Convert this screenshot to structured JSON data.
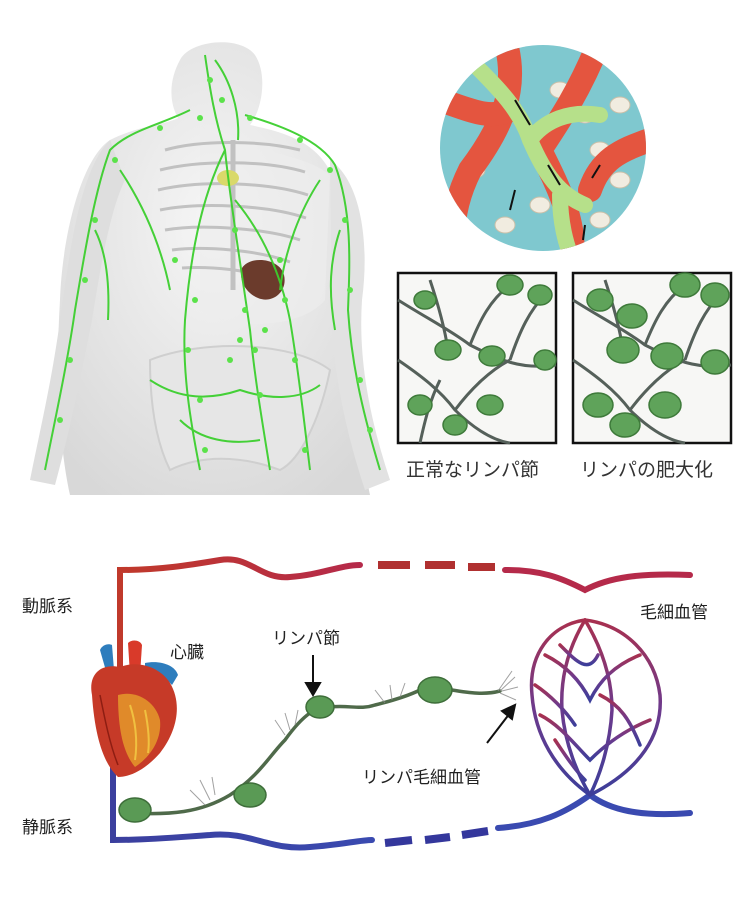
{
  "top_panel": {
    "captions": {
      "normal_node": "正常なリンパ節",
      "enlarged_node": "リンパの肥大化"
    }
  },
  "circulation_diagram": {
    "labels": {
      "arterial": "動脈系",
      "venous": "静脈系",
      "heart": "心臓",
      "lymph_node": "リンパ節",
      "blood_capillary": "毛細血管",
      "lymph_capillary": "リンパ毛細血管"
    }
  },
  "colors": {
    "artery": "#c0392b",
    "vein": "#3b3f9e",
    "lymph": "#5a9a55",
    "lymph_highlight": "#7cf36a",
    "capillary_mix": "#7a3a8a"
  },
  "icons": [
    "human-figure-lymph-icon",
    "microscope-inset-icon",
    "heart-icon",
    "lymph-node-icon",
    "capillary-network-icon"
  ]
}
